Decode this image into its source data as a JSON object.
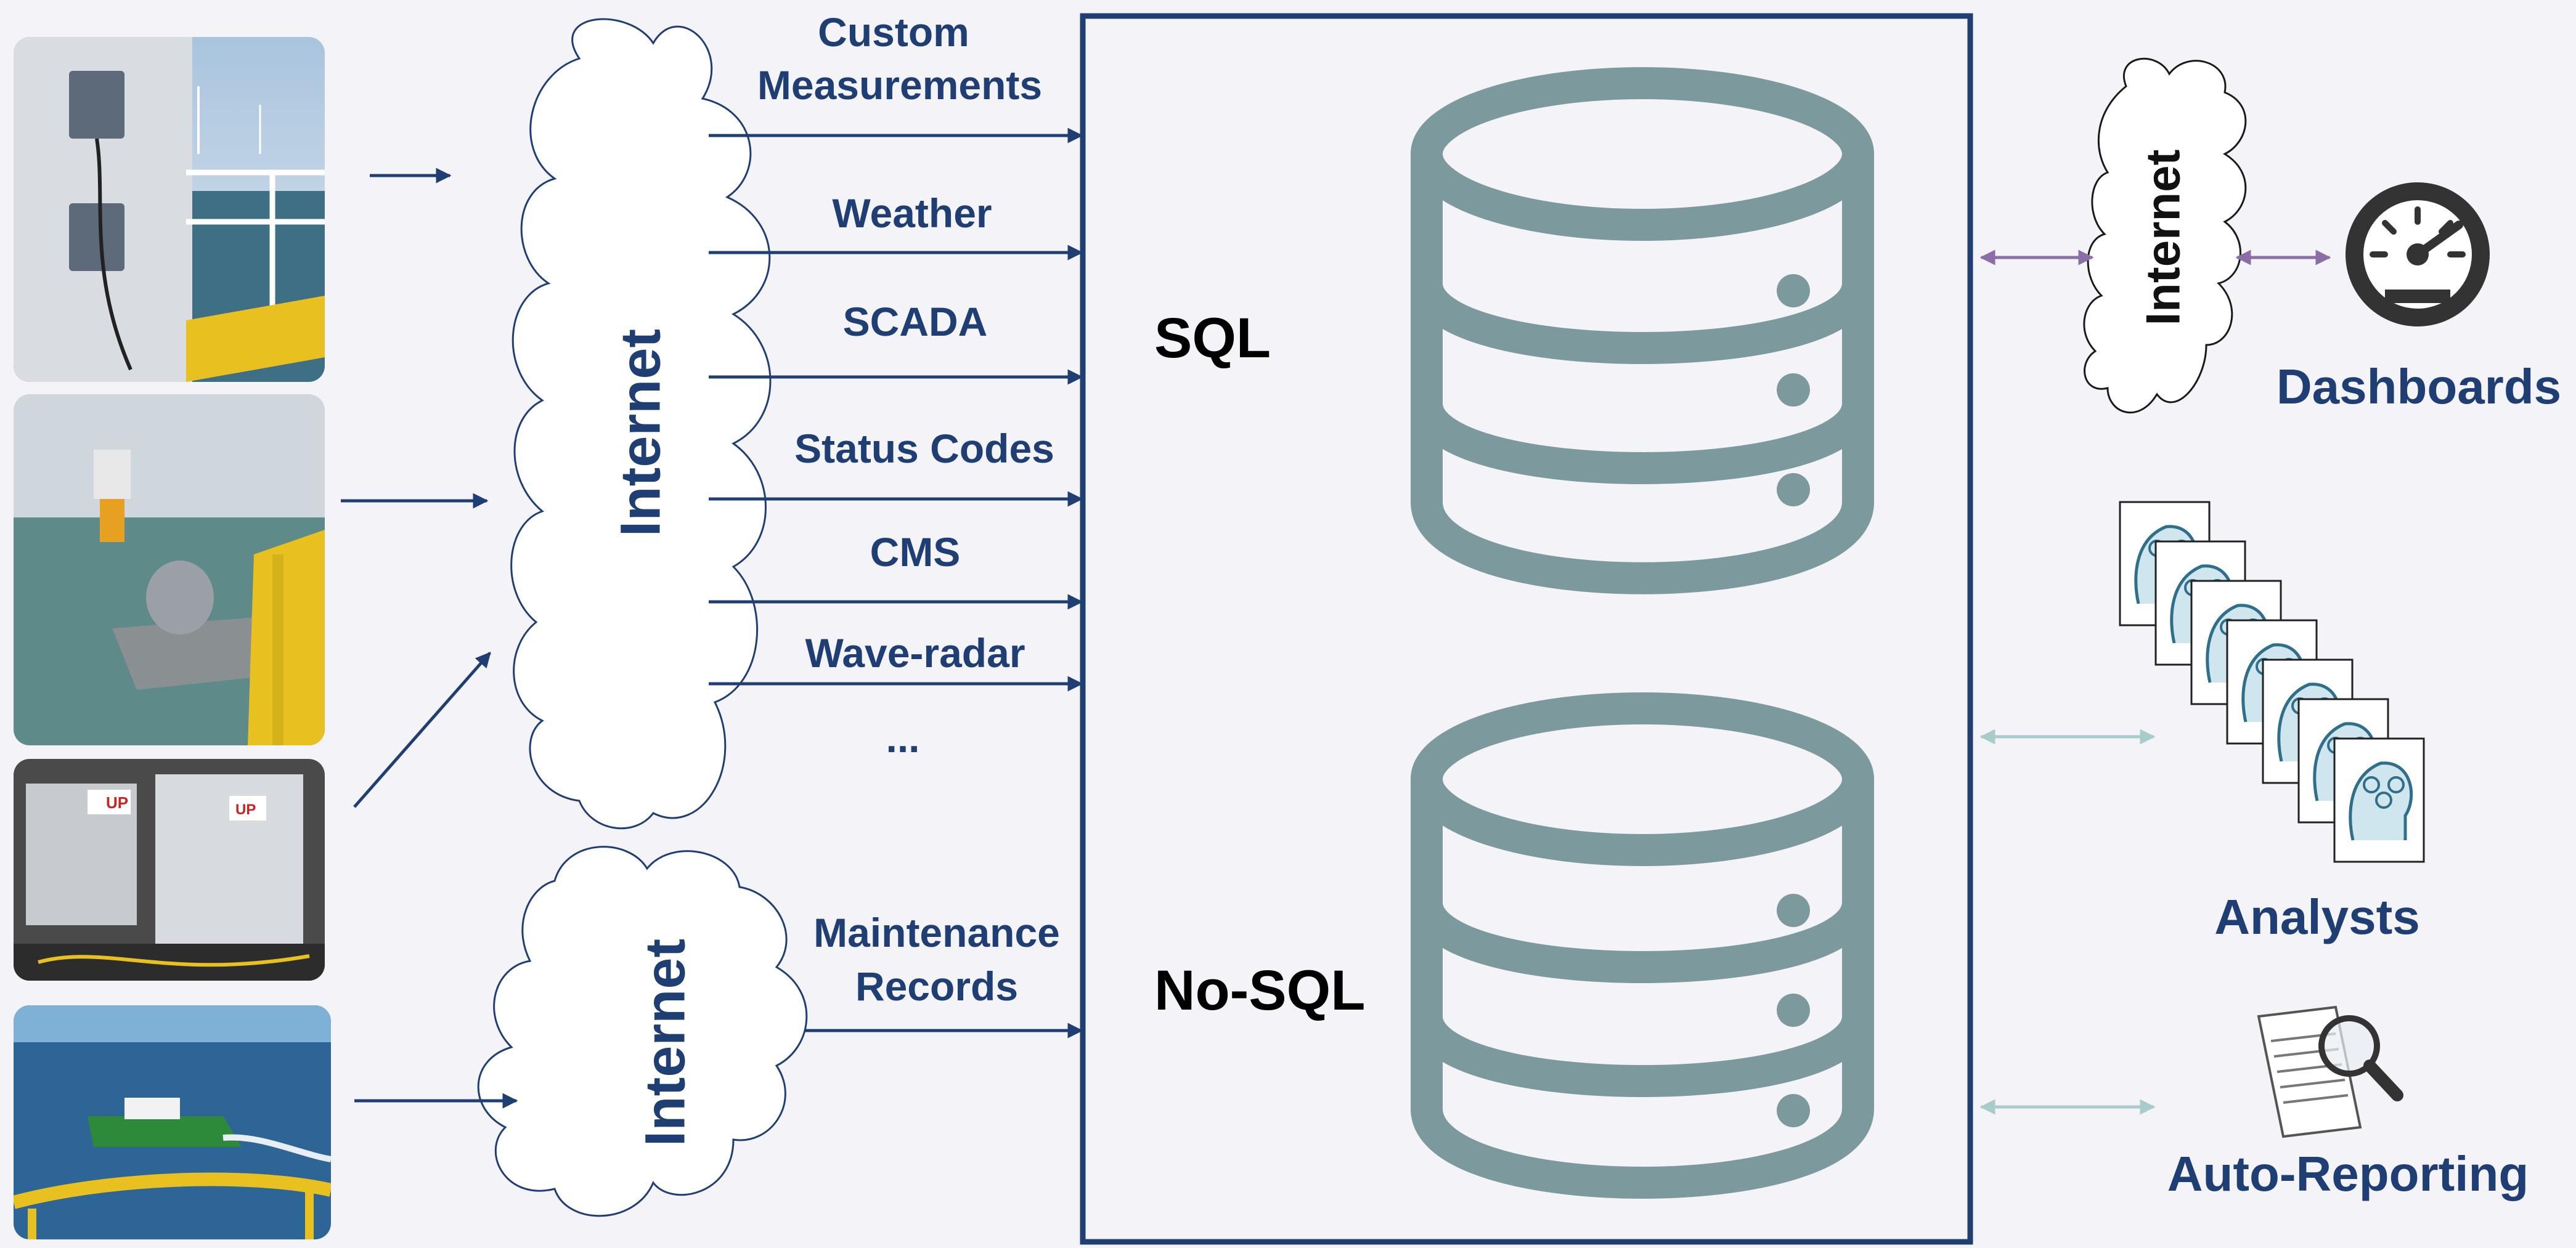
{
  "sources": [
    {
      "name": "wind-turbine-sensors-photo"
    },
    {
      "name": "lidar-buoy-photo"
    },
    {
      "name": "cabinets-photo"
    },
    {
      "name": "vessel-photo"
    }
  ],
  "clouds": {
    "upper_label": "Internet",
    "lower_label": "Internet",
    "right_label": "Internet"
  },
  "streams": {
    "custom_line1": "Custom",
    "custom_line2": "Measurements",
    "weather": "Weather",
    "scada": "SCADA",
    "status_codes": "Status Codes",
    "cms": "CMS",
    "wave_radar": "Wave-radar",
    "ellipsis": "...",
    "maintenance_line1": "Maintenance",
    "maintenance_line2": "Records"
  },
  "databases": {
    "sql_label": "SQL",
    "nosql_label": "No-SQL"
  },
  "outputs": {
    "dashboards_label": "Dashboards",
    "analysts_label": "Analysts",
    "auto_reporting_label": "Auto-Reporting"
  },
  "colors": {
    "navy": "#1f3f74",
    "db_gray": "#7c9a9e",
    "purple_arrow": "#8a6ea6",
    "teal_arrow": "#a9cccb",
    "background": "#f4f3f8"
  }
}
